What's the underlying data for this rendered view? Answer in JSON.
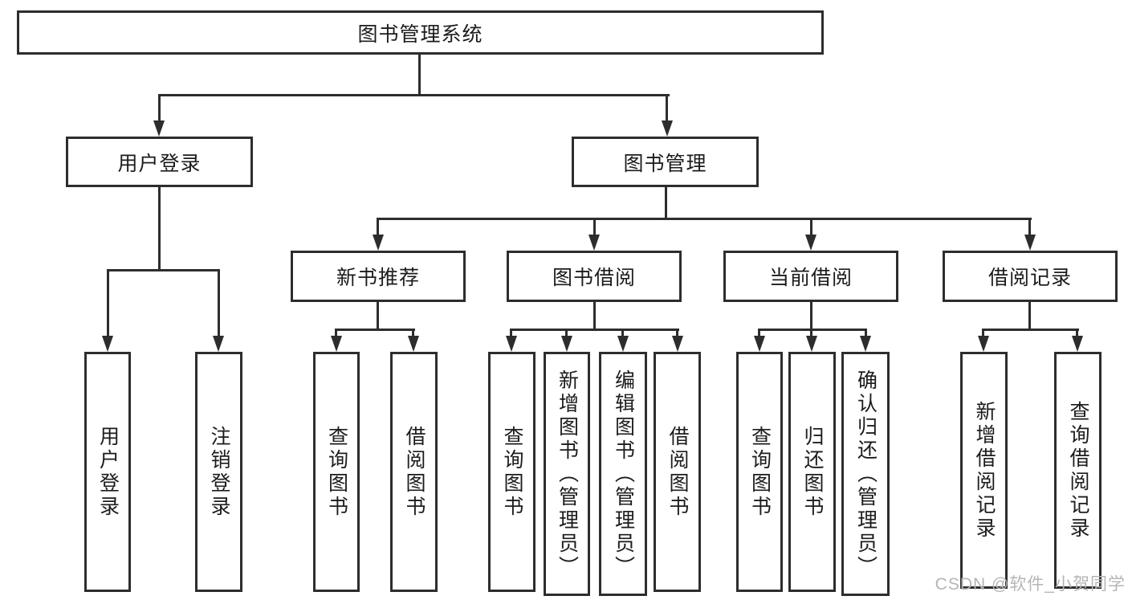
{
  "diagram": {
    "tree": {
      "label": "图书管理系统",
      "children": [
        {
          "label": "用户登录",
          "children": [
            {
              "label": "用户登录"
            },
            {
              "label": "注销登录"
            }
          ]
        },
        {
          "label": "图书管理",
          "children": [
            {
              "label": "新书推荐",
              "children": [
                {
                  "label": "查询图书"
                },
                {
                  "label": "借阅图书"
                }
              ]
            },
            {
              "label": "图书借阅",
              "children": [
                {
                  "label": "查询图书"
                },
                {
                  "label": "新增图书（管理员）"
                },
                {
                  "label": "编辑图书（管理员）"
                },
                {
                  "label": "借阅图书"
                }
              ]
            },
            {
              "label": "当前借阅",
              "children": [
                {
                  "label": "查询图书"
                },
                {
                  "label": "归还图书"
                },
                {
                  "label": "确认归还（管理员）"
                }
              ]
            },
            {
              "label": "借阅记录",
              "children": [
                {
                  "label": "新增借阅记录"
                },
                {
                  "label": "查询借阅记录"
                }
              ]
            }
          ]
        }
      ]
    },
    "colors": {
      "line": "#2d2d2d",
      "text": "#1c1c1c",
      "background": "#ffffff",
      "watermark": "#b5b5b5"
    }
  },
  "watermark": "CSDN @软件_小贺同学"
}
